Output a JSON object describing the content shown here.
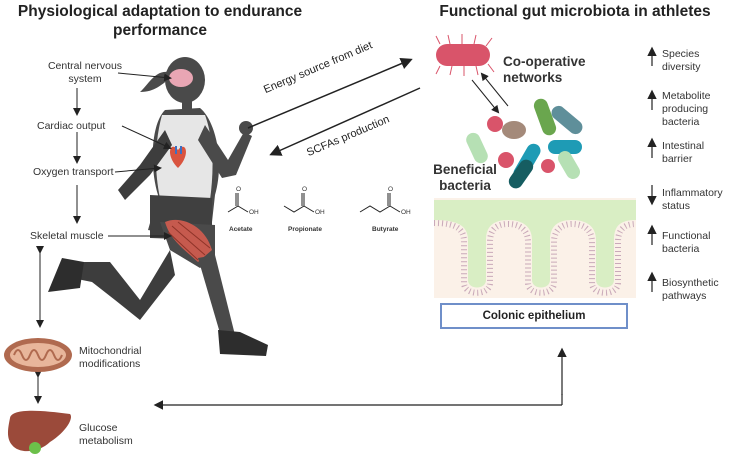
{
  "titles": {
    "left": "Physiological adaptation to endurance performance",
    "right": "Functional gut microbiota in athletes"
  },
  "physiology_chain": [
    "Central nervous system",
    "Cardiac output",
    "Oxygen transport",
    "Skeletal muscle"
  ],
  "lower_chain": [
    "Mitochondrial modifications",
    "Glucose metabolism"
  ],
  "arrows": {
    "energy": "Energy source from diet",
    "scfa": "SCFAs production"
  },
  "scfas": [
    "Acetate",
    "Propionate",
    "Butyrate"
  ],
  "microbiota": {
    "cooperative": "Co-operative networks",
    "beneficial": "Beneficial bacteria",
    "epithelium": "Colonic epithelium"
  },
  "effects": [
    {
      "label": "Species diversity",
      "direction": "up"
    },
    {
      "label": "Metabolite producing bacteria",
      "direction": "up"
    },
    {
      "label": "Intestinal barrier",
      "direction": "up"
    },
    {
      "label": "Inflammatory status",
      "direction": "down"
    },
    {
      "label": "Functional bacteria",
      "direction": "up"
    },
    {
      "label": "Biosynthetic pathways",
      "direction": "up"
    }
  ],
  "colors": {
    "runner": "#4a4a4a",
    "gut_wall": "#d9eec4",
    "gut_lining": "#c9a9b9",
    "lumen": "#fbf1e8",
    "epithelium_border": "#6f8fc9"
  }
}
